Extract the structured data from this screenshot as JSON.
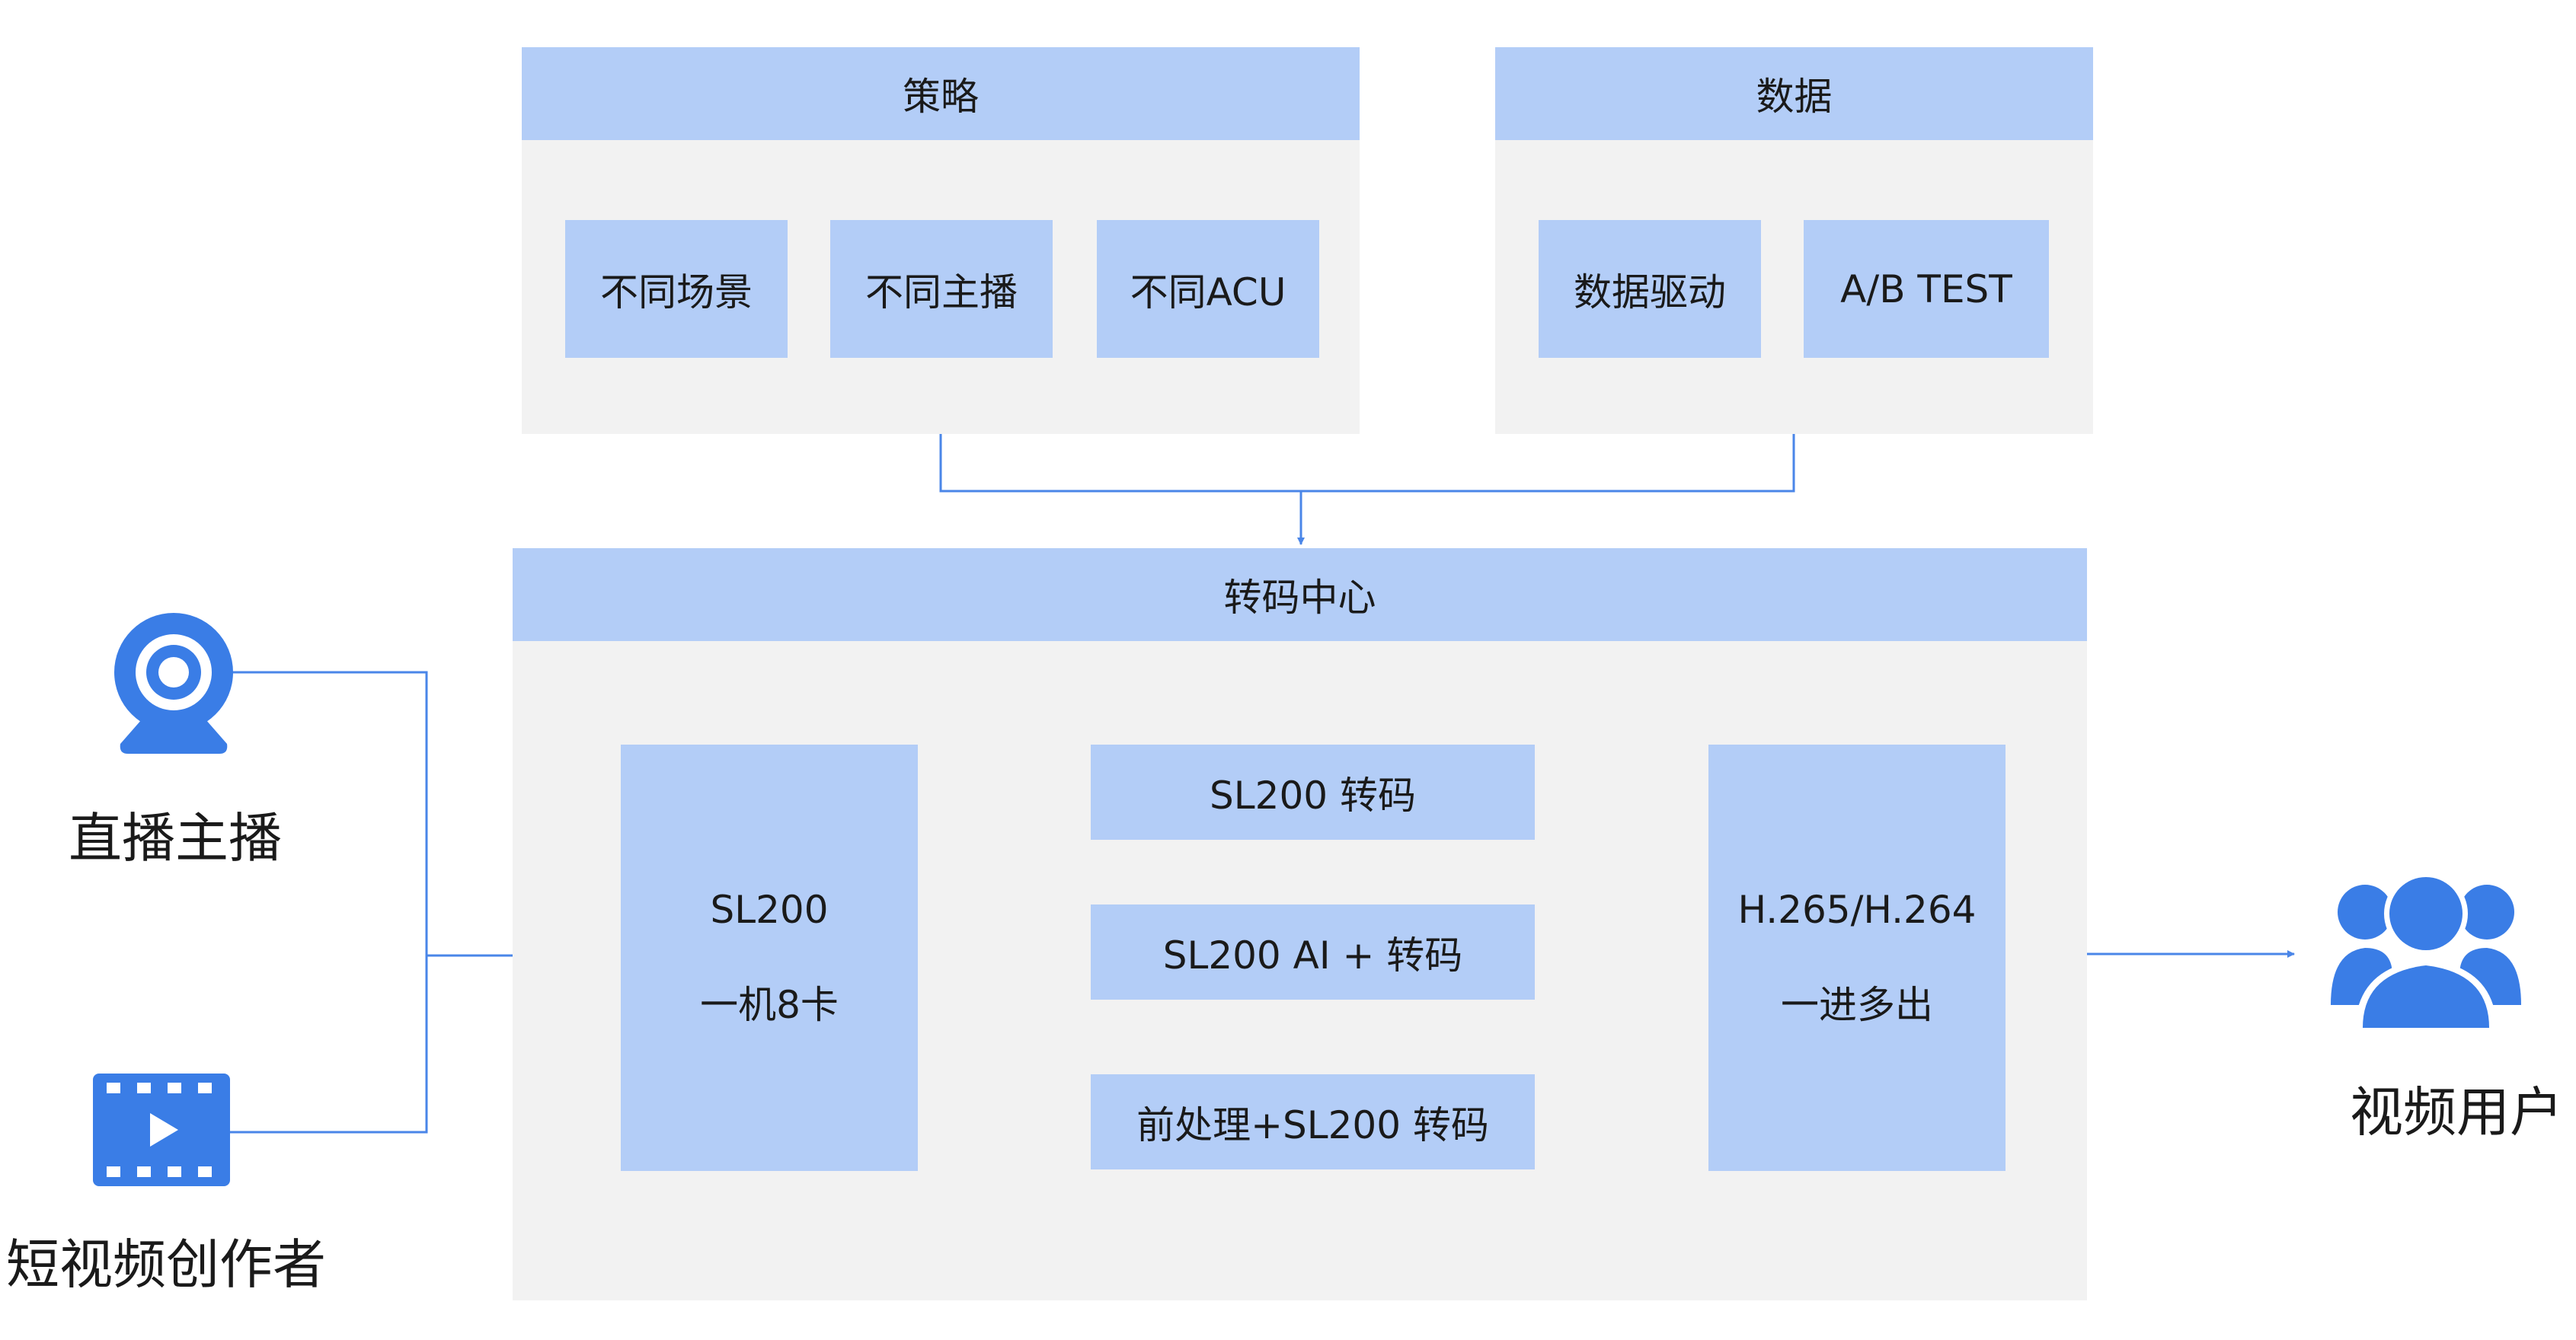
{
  "strategy": {
    "title": "策略",
    "items": [
      "不同场景",
      "不同主播",
      "不同ACU"
    ]
  },
  "data_panel": {
    "title": "数据",
    "items": [
      "数据驱动",
      "A/B TEST"
    ]
  },
  "center": {
    "title": "转码中心",
    "left_box": {
      "line1": "SL200",
      "line2": "一机8卡"
    },
    "middle_boxes": [
      "SL200 转码",
      "SL200 AI + 转码",
      "前处理+SL200 转码"
    ],
    "right_box": {
      "line1": "H.265/H.264",
      "line2": "一进多出"
    }
  },
  "inputs": {
    "live_streamer": "直播主播",
    "short_video_creator": "短视频创作者"
  },
  "output": {
    "video_users": "视频用户"
  },
  "colors": {
    "header_blue": "#b3cdf7",
    "panel_gray": "#f2f2f2",
    "line_blue": "#4a86e8",
    "icon_blue": "#3a7de6"
  },
  "icons": [
    "webcam-icon",
    "film-play-icon",
    "users-icon"
  ]
}
